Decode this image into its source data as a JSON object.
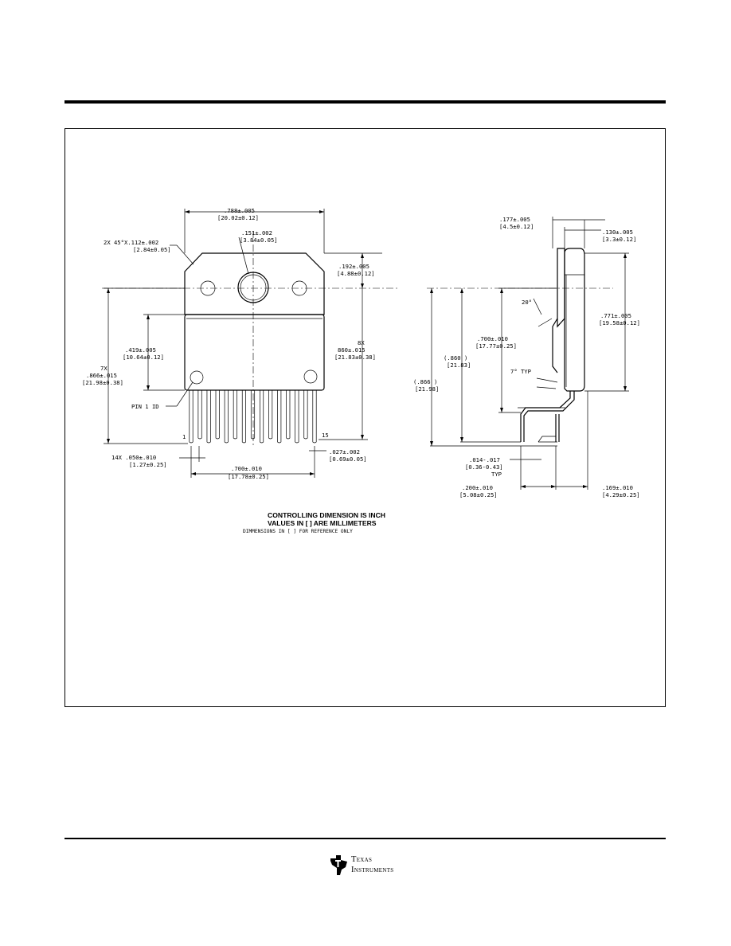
{
  "front_view": {
    "width_dim": ".788±.005",
    "width_dim_mm": "[20.02±0.12]",
    "chamfer_dim": "2X 45°X.112±.002",
    "chamfer_dim_mm": "[2.84±0.05]",
    "hole_dim": ".151±.002",
    "hole_dim_mm": "[3.84±0.05]",
    "hole_offset_dim": ".192±.005",
    "hole_offset_dim_mm": "[4.88±0.12]",
    "body_height_dim": ".419±.005",
    "body_height_dim_mm": "[10.64±0.12]",
    "lead_7x_label": "7X",
    "lead_7x_dim": ".866±.015",
    "lead_7x_dim_mm": "[21.98±0.38]",
    "lead_8x_label": "8X",
    "lead_8x_dim": "860±.015",
    "lead_8x_dim_mm": "[21.83±0.38]",
    "pin1_label": "PIN 1 ID",
    "pin_first": "1",
    "pin_last": "15",
    "pitch_dim": "14X .050±.010",
    "pitch_dim_mm": "[1.27±0.25]",
    "lead_width_dim": ".027±.002",
    "lead_width_dim_mm": "[0.69±0.05]",
    "span_dim": ".700±.010",
    "span_dim_mm": "[17.78±0.25]"
  },
  "side_view": {
    "tab_thk_dim": ".177±.005",
    "tab_thk_dim_mm": "[4.5±0.12]",
    "body_thk_dim": ".130±.005",
    "body_thk_dim_mm": "[3.3±0.12]",
    "angle_20": "20°",
    "angle_7": "7° TYP",
    "height_dim": ".771±.005",
    "height_dim_mm": "[19.58±0.12]",
    "lead_700_dim": ".700±.010",
    "lead_700_dim_mm": "[17.77±0.25]",
    "ref_860": "(.860  )",
    "ref_860_mm": "[21.83]",
    "ref_866": "(.866  )",
    "ref_866_mm": "[21.98]",
    "lead_thk_dim": ".014-.017",
    "lead_thk_dim_mm": "[0.36-0.43]",
    "lead_thk_typ": "TYP",
    "row_offset_dim": ".200±.010",
    "row_offset_dim_mm": "[5.08±0.25]",
    "lead_offset_dim": ".169±.010",
    "lead_offset_dim_mm": "[4.29±0.25]"
  },
  "notes": {
    "line1": "CONTROLLING DIMENSION IS INCH",
    "line2": "VALUES IN [ ] ARE MILLIMETERS",
    "line3": "DIMMENSIONS IN [  ] FOR REFERENCE ONLY"
  },
  "footer": {
    "logo_line1": "Texas",
    "logo_line2": "Instruments"
  }
}
